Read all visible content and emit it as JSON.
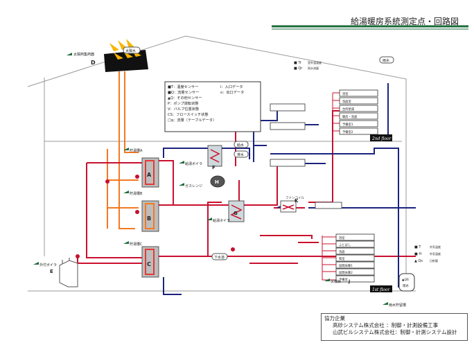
{
  "title": "給湯暖房系統測定点・回路図",
  "legend": [
    "■T：温度センサー",
    "■Q：流量センサー",
    "▲Q：その他センサー",
    "P：ポンプ運転状態",
    "V：バルブ位置状態",
    "CS：フロースイッチ状態",
    "□q：流量（テーブルデータ）",
    "i：入口データ",
    "o：出口データ"
  ],
  "roof_tags": {
    "solar_collector": "太陽熱集熱器",
    "solar_unit": "D",
    "solar_water": "太陽水",
    "rain": "雨水",
    "floor2": "2nd floor",
    "floor1": "1st floor",
    "sewer": "下水道",
    "supply": "給水",
    "drain": "排水"
  },
  "tanks": {
    "a": {
      "tag": "貯湯槽A",
      "letter": "A"
    },
    "b": {
      "tag": "貯湯槽B",
      "letter": "B"
    },
    "c": {
      "tag": "貯湯槽C",
      "letter": "C"
    }
  },
  "equipment": {
    "f": {
      "tag": "給湯ボイラ",
      "letter": "F"
    },
    "h": {
      "tag": "ガスレンジ",
      "letter": "H"
    },
    "g": {
      "tag": "給湯ボイラ",
      "letter": "G"
    },
    "e": {
      "tag": "外付ボイラ",
      "letter": "E"
    },
    "k": {
      "tag": "ファンコイル",
      "letter": "K"
    },
    "j": {
      "tag": "床暖房",
      "letter": "J"
    },
    "tank_q": {
      "tag": "雨水貯留槽",
      "label": "雨水",
      "letter": "▲Q6"
    }
  },
  "floor2_items": [
    "浴室",
    "洗面室",
    "台所給湯",
    "暖房・洗面",
    "予備室1",
    "予備室2"
  ],
  "floor1_items": [
    "浴室",
    "ふとばし",
    "洗面",
    "和室",
    "居間床暖1",
    "居間床暖2",
    "予備室"
  ],
  "sensor_legend_top": [
    "■ Tr",
    "■ Qr"
  ],
  "sensor_legend_top_labels": [
    "室外温湿度",
    "雨水流量"
  ],
  "sensor_legend_bot": [
    "■ T",
    "■ H",
    "▲ Qs"
  ],
  "sensor_legend_bot_labels": [
    "外気温度",
    "外気湿度",
    "日射量"
  ],
  "credits": {
    "heading": "協力企業",
    "line1": "高砂システム株式会社 ：制御・計測設備工事",
    "line2": "山武ビルシステム株式会社：制御・計測システム設計"
  }
}
